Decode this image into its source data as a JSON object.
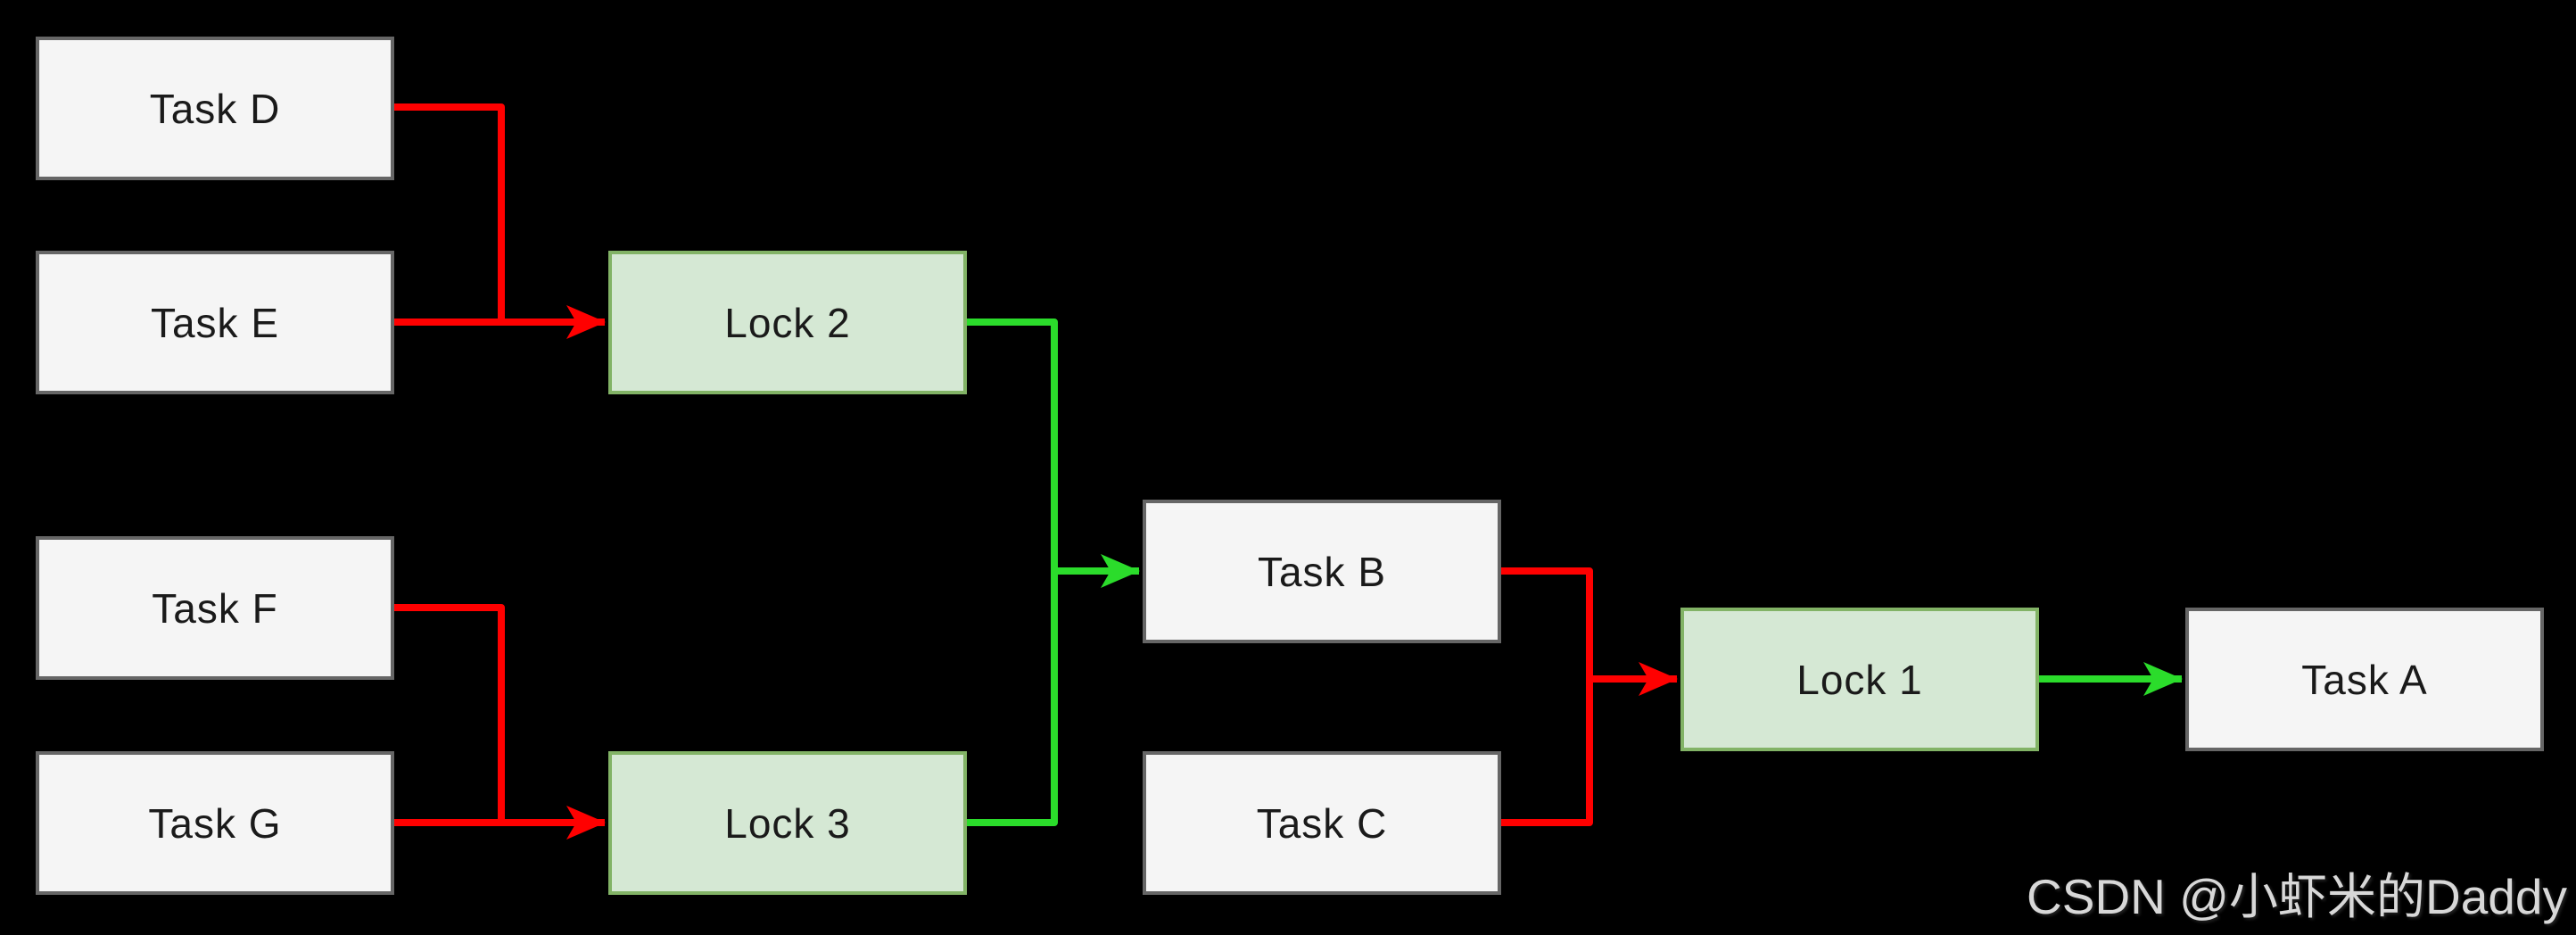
{
  "diagram": {
    "title": "task-lock dependency diagram",
    "colors": {
      "background": "#000000",
      "task_fill": "#f5f5f5",
      "task_border": "#666666",
      "lock_fill": "#d5e8d4",
      "lock_border": "#82b366",
      "red_edge": "#ff0000",
      "green_edge": "#2bdc2b",
      "label_text": "#1a1a1a",
      "watermark_text": "#d8d8d8"
    },
    "nodes": [
      {
        "id": "task-d",
        "label": "Task D",
        "type": "task"
      },
      {
        "id": "task-e",
        "label": "Task E",
        "type": "task"
      },
      {
        "id": "task-f",
        "label": "Task F",
        "type": "task"
      },
      {
        "id": "task-g",
        "label": "Task G",
        "type": "task"
      },
      {
        "id": "lock-2",
        "label": "Lock 2",
        "type": "lock"
      },
      {
        "id": "lock-3",
        "label": "Lock 3",
        "type": "lock"
      },
      {
        "id": "task-b",
        "label": "Task B",
        "type": "task"
      },
      {
        "id": "task-c",
        "label": "Task C",
        "type": "task"
      },
      {
        "id": "lock-1",
        "label": "Lock 1",
        "type": "lock"
      },
      {
        "id": "task-a",
        "label": "Task A",
        "type": "task"
      }
    ],
    "edges": [
      {
        "from": "Task D",
        "to": "Lock 2",
        "color": "red"
      },
      {
        "from": "Task E",
        "to": "Lock 2",
        "color": "red"
      },
      {
        "from": "Task F",
        "to": "Lock 3",
        "color": "red"
      },
      {
        "from": "Task G",
        "to": "Lock 3",
        "color": "red"
      },
      {
        "from": "Lock 2",
        "to": "Task B",
        "color": "green"
      },
      {
        "from": "Lock 3",
        "to": "Task B",
        "color": "green"
      },
      {
        "from": "Task B",
        "to": "Lock 1",
        "color": "red"
      },
      {
        "from": "Task C",
        "to": "Lock 1",
        "color": "red"
      },
      {
        "from": "Lock 1",
        "to": "Task A",
        "color": "green"
      }
    ]
  },
  "watermark": {
    "text": "CSDN @小虾米的Daddy"
  }
}
